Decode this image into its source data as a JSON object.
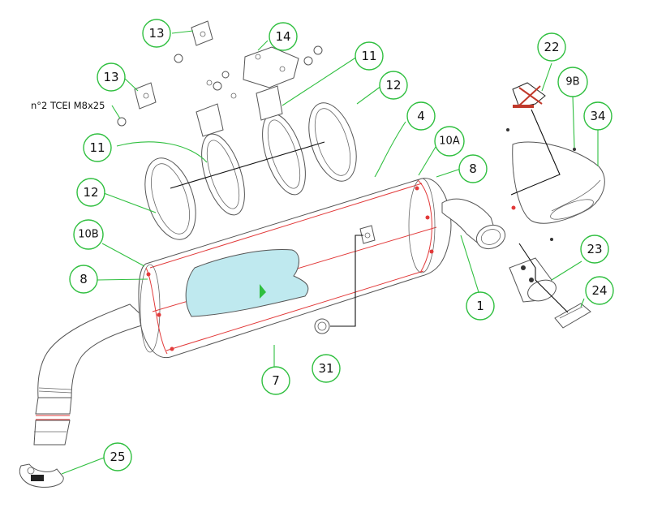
{
  "callouts": {
    "c13a": "13",
    "c14": "14",
    "c13b": "13",
    "c11a": "11",
    "c11b": "11",
    "c12a": "12",
    "c12b": "12",
    "c4": "4",
    "c10a": "10A",
    "c8a": "8",
    "c10b": "10B",
    "c8b": "8",
    "c22": "22",
    "c9b": "9B",
    "c34": "34",
    "c23": "23",
    "c24": "24",
    "c1": "1",
    "c7": "7",
    "c31": "31",
    "c25": "25"
  },
  "note": "n°2 TCEI M8x25",
  "colors": {
    "callout_ring": "#2fbf3f",
    "leader_green": "#2fbf3f",
    "accent_red": "#e23a3a",
    "label_fill": "#bfe9ef"
  }
}
